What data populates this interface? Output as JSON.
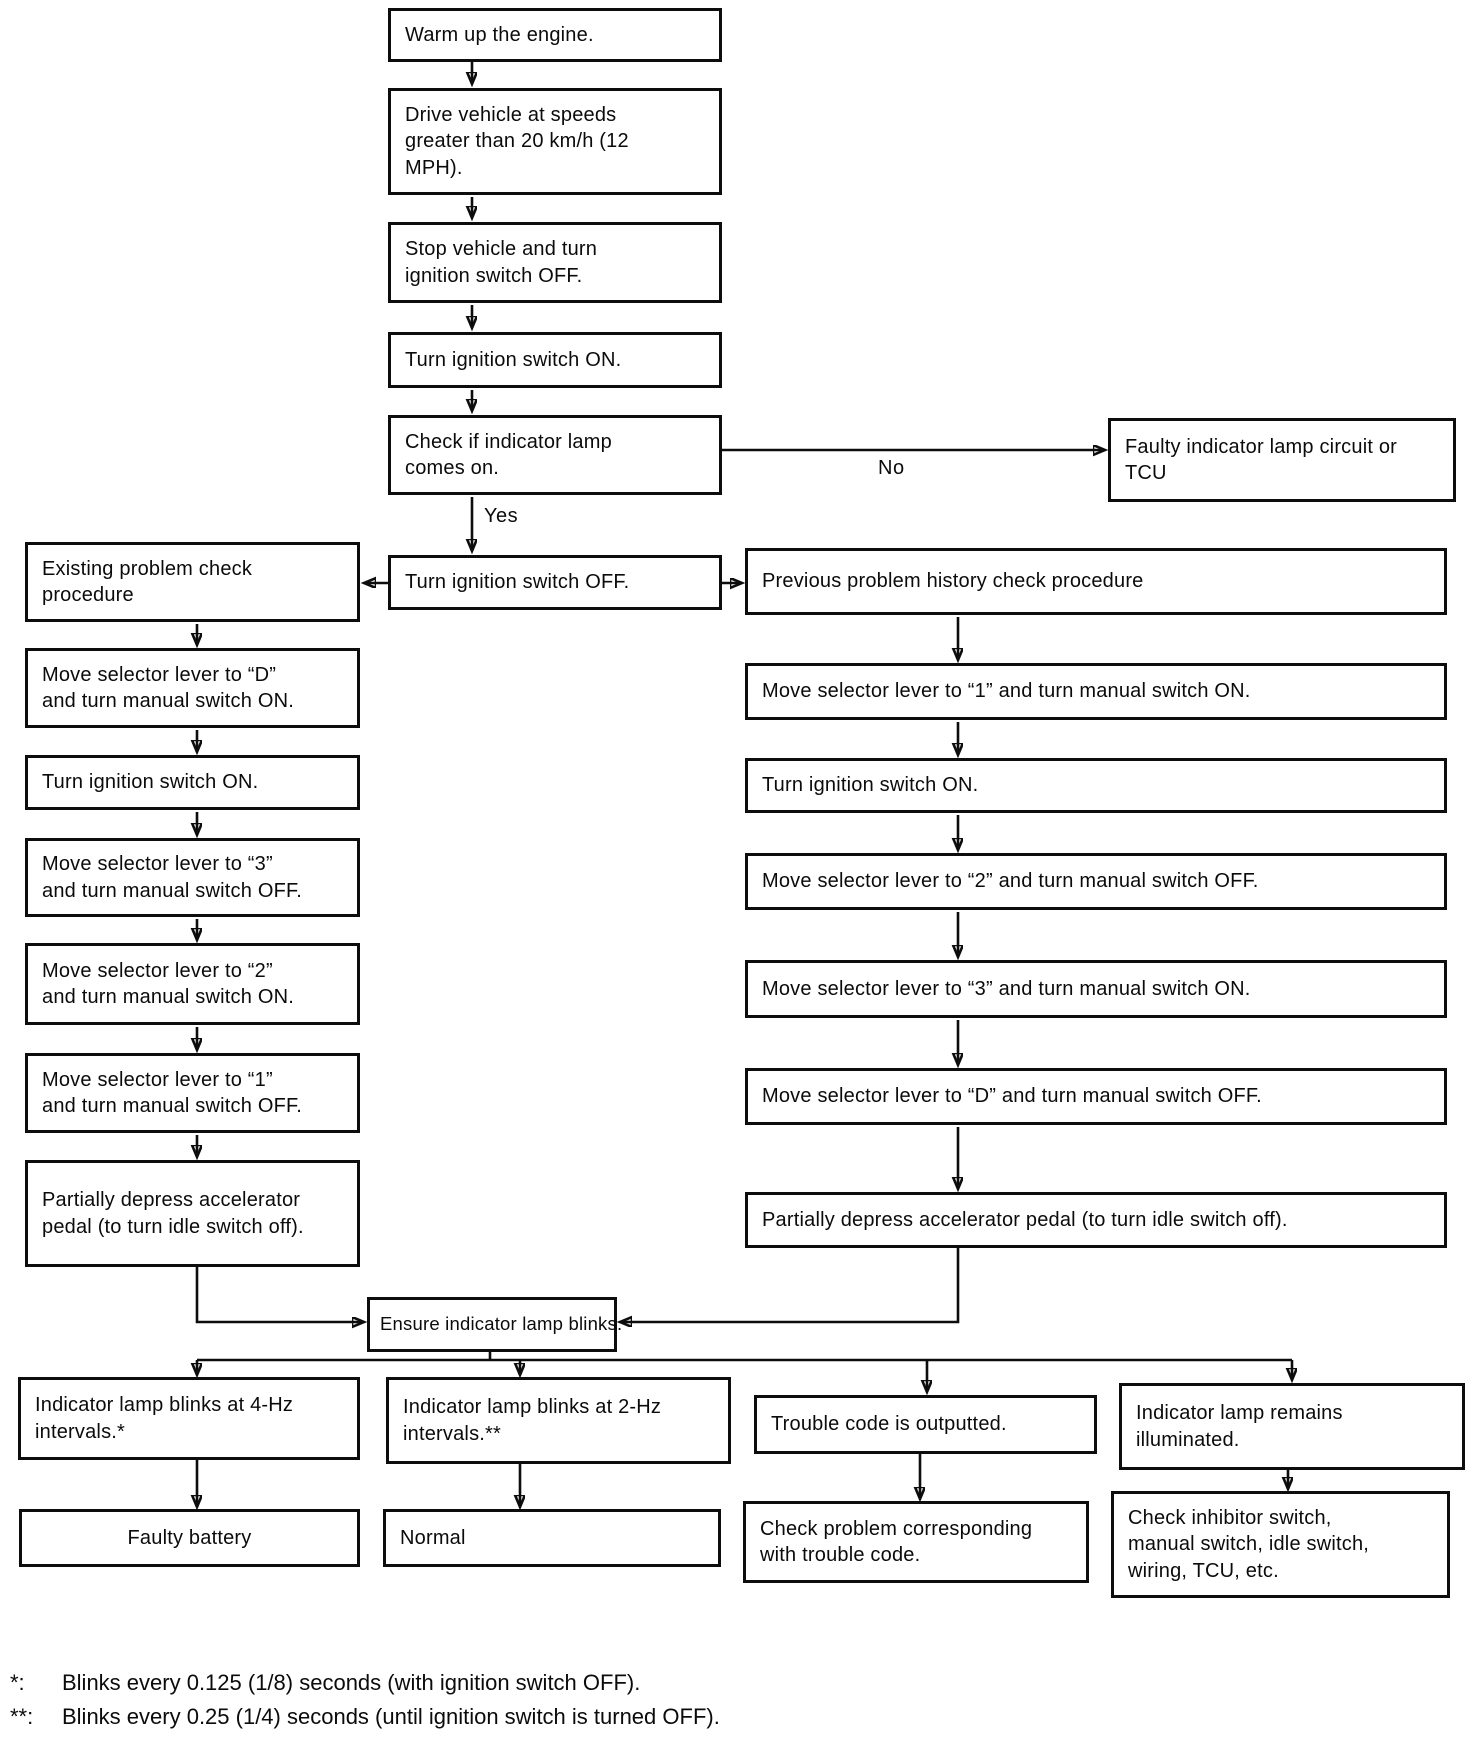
{
  "diagram": {
    "labels": {
      "yes": "Yes",
      "no": "No"
    },
    "center": [
      "Warm up the engine.",
      "Drive vehicle at speeds greater than 20 km/h (12 MPH).",
      "Stop vehicle and turn ignition switch OFF.",
      "Turn ignition switch ON.",
      "Check if indicator lamp comes on.",
      "Turn ignition switch OFF."
    ],
    "no_result": "Faulty indicator lamp circuit or TCU",
    "left_procedure": [
      "Existing problem check procedure",
      "Move selector lever to “D” and turn manual switch ON.",
      "Turn ignition switch ON.",
      "Move selector lever to “3” and turn manual switch OFF.",
      "Move selector lever to “2” and turn manual switch ON.",
      "Move selector lever to “1” and turn manual switch OFF.",
      "Partially depress accelerator pedal (to turn idle switch off)."
    ],
    "right_procedure": [
      "Previous problem history check procedure",
      "Move selector lever to “1” and turn manual switch ON.",
      "Turn ignition switch ON.",
      "Move selector lever to “2” and turn manual switch OFF.",
      "Move selector lever to “3” and turn manual switch ON.",
      "Move selector lever to “D” and turn manual switch OFF.",
      "Partially depress accelerator pedal (to turn idle switch off)."
    ],
    "merge": "Ensure indicator lamp blinks.",
    "outcomes": [
      {
        "condition": "Indicator lamp blinks at 4-Hz intervals.*",
        "result": "Faulty battery"
      },
      {
        "condition": "Indicator lamp blinks at 2-Hz intervals.**",
        "result": "Normal"
      },
      {
        "condition": "Trouble code is outputted.",
        "result": "Check problem corresponding with trouble code."
      },
      {
        "condition": "Indicator lamp remains illuminated.",
        "result": "Check inhibitor switch, manual switch, idle switch, wiring, TCU, etc."
      }
    ],
    "footnotes": [
      {
        "marker": "*:",
        "text": "Blinks every 0.125 (1/8) seconds (with ignition switch OFF)."
      },
      {
        "marker": "**:",
        "text": "Blinks every 0.25 (1/4) seconds (until ignition switch is turned OFF)."
      }
    ]
  }
}
